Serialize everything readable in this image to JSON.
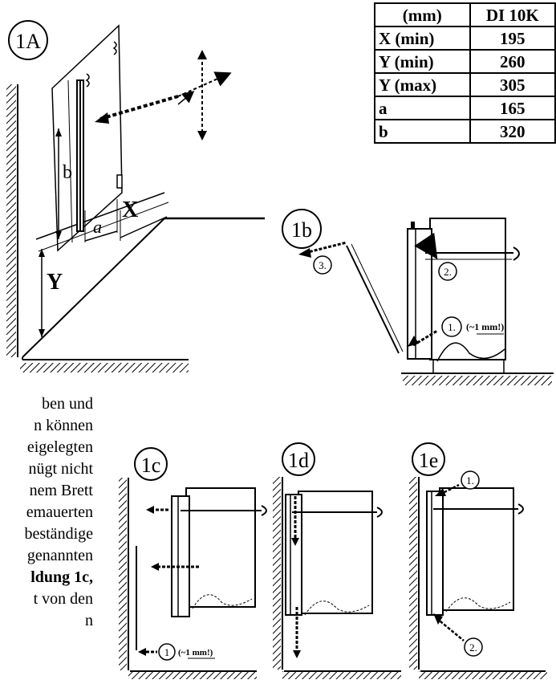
{
  "figure_labels": {
    "fig_1a": "1A",
    "fig_1b": "1b",
    "fig_1c": "1c",
    "fig_1d": "1d",
    "fig_1e": "1e"
  },
  "dimension_labels": {
    "b": "b",
    "a": "a",
    "x": "X",
    "y": "Y"
  },
  "step_labels": {
    "step1": "1.",
    "step2": "2.",
    "step3": "3.",
    "gap_1mm": "(~1 mm!)",
    "c_step1": "1",
    "c_gap": "(~1 mm!)",
    "e_step1": "1.",
    "e_step2": "2."
  },
  "table": {
    "headers": [
      "(mm)",
      "DI 10K"
    ],
    "rows": [
      {
        "label": "X (min)",
        "value": "195"
      },
      {
        "label": "Y (min)",
        "value": "260"
      },
      {
        "label": "Y (max)",
        "value": "305"
      },
      {
        "label": "a",
        "value": "165"
      },
      {
        "label": "b",
        "value": "320"
      }
    ]
  },
  "text_lines": [
    "ben und",
    "n können",
    "eigelegten",
    "nügt nicht",
    "nem Brett",
    "emauerten",
    "beständige",
    "genannten",
    "ldung 1c,",
    "t von den",
    "n"
  ]
}
